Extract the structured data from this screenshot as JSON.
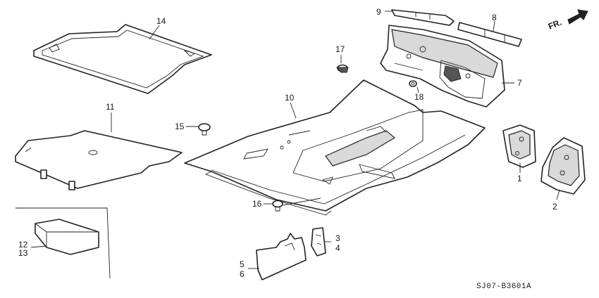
{
  "callouts": {
    "c1": "1",
    "c2": "2",
    "c3": "3",
    "c4": "4",
    "c5": "5",
    "c6": "6",
    "c7": "7",
    "c8": "8",
    "c9": "9",
    "c10": "10",
    "c11": "11",
    "c12": "12",
    "c13": "13",
    "c14": "14",
    "c15": "15",
    "c16": "16",
    "c17": "17",
    "c18": "18"
  },
  "direction_label": "FR.",
  "diagram_code": "SJ07-B3601A"
}
